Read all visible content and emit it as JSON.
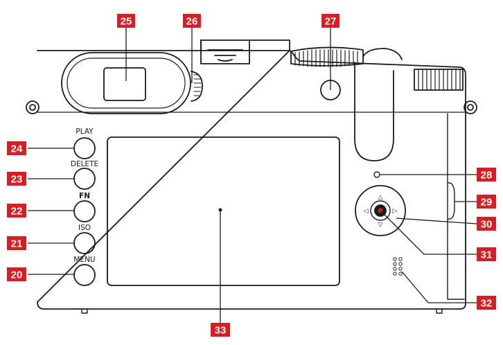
{
  "colors": {
    "callout": "#dd1b23",
    "outline": "#1a1a1a",
    "background": "#ffffff"
  },
  "buttons": [
    {
      "id": "play",
      "label": "PLAY"
    },
    {
      "id": "delete",
      "label": "DELETE"
    },
    {
      "id": "fn",
      "label": "FN"
    },
    {
      "id": "iso",
      "label": "ISO"
    },
    {
      "id": "menu",
      "label": "MENU"
    }
  ],
  "callouts": [
    {
      "id": "25",
      "label": "25"
    },
    {
      "id": "26",
      "label": "26"
    },
    {
      "id": "27",
      "label": "27"
    },
    {
      "id": "24",
      "label": "24"
    },
    {
      "id": "23",
      "label": "23"
    },
    {
      "id": "22",
      "label": "22"
    },
    {
      "id": "21",
      "label": "21"
    },
    {
      "id": "20",
      "label": "20"
    },
    {
      "id": "28",
      "label": "28"
    },
    {
      "id": "29",
      "label": "29"
    },
    {
      "id": "30",
      "label": "30"
    },
    {
      "id": "31",
      "label": "31"
    },
    {
      "id": "32",
      "label": "32"
    },
    {
      "id": "33",
      "label": "33"
    }
  ],
  "dpad_arrows": {
    "up": "△",
    "down": "▽",
    "left": "◁",
    "right": "▷"
  }
}
